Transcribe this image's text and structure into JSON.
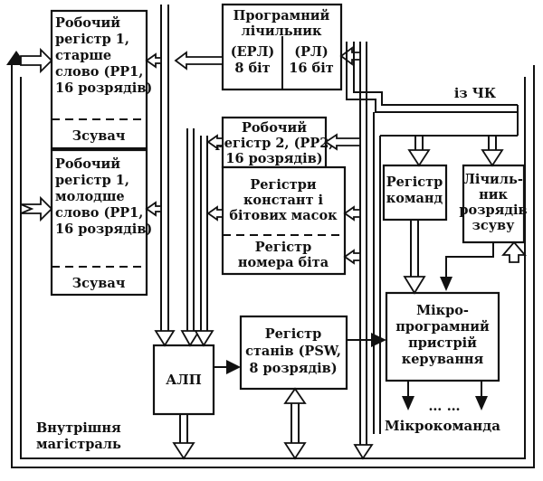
{
  "blocks": {
    "rp1_high": {
      "lines": [
        "Робочий",
        "регістр 1,",
        "старше",
        "слово (РР1,",
        "16 розрядів)"
      ],
      "shifter": "Зсувач"
    },
    "rp1_low": {
      "lines": [
        "Робочий",
        "регістр 1,",
        "молодше",
        "слово (РР1,",
        "16 розрядів)"
      ],
      "shifter": "Зсувач"
    },
    "program_counter": {
      "title_lines": [
        "Програмний",
        "лічильник"
      ],
      "left_lines": [
        "(ЕРЛ)",
        "8 біт"
      ],
      "right_lines": [
        "(РЛ)",
        "16 біт"
      ]
    },
    "rp2": {
      "lines": [
        "Робочий",
        "регістр 2, (РР2,",
        "16 розрядів)"
      ]
    },
    "const_reg": {
      "lines": [
        "Регістри",
        "констант і",
        "бітових масок"
      ]
    },
    "bit_num_reg": {
      "lines": [
        "Регістр",
        "номера біта"
      ]
    },
    "cmd_reg": {
      "lines": [
        "Регістр",
        "команд"
      ]
    },
    "shift_counter": {
      "lines": [
        "Лічиль-",
        "ник",
        "розрядів",
        "зсуву"
      ]
    },
    "alu": {
      "label": "АЛП"
    },
    "psw": {
      "lines": [
        "Регістр",
        "станів (PSW,",
        "8 розрядів)"
      ]
    },
    "microprog": {
      "lines": [
        "Мікро-",
        "програмний",
        "пристрій",
        "керування"
      ]
    }
  },
  "labels": {
    "from_ck": "із ЧК",
    "dots": "… …",
    "microcommand": "Мікрокоманда",
    "bus_lines": [
      "Внутрішня",
      "магістраль"
    ]
  }
}
